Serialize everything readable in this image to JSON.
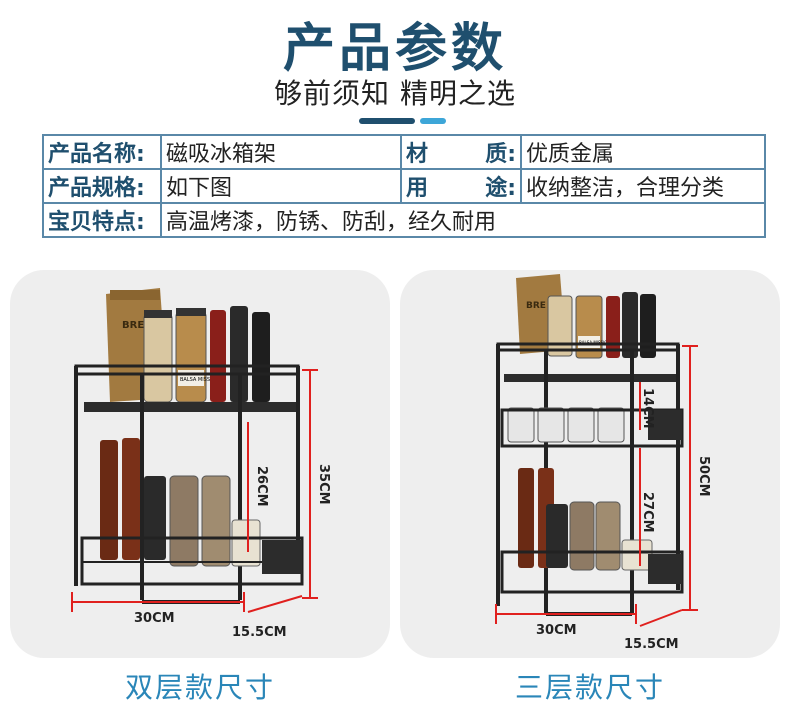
{
  "header": {
    "title": "产品参数",
    "subtitle": "够前须知 精明之选"
  },
  "params": {
    "row1": {
      "k1": "产品名称:",
      "v1": "磁吸冰箱架",
      "k2a": "材",
      "k2b": "质:",
      "v2": "优质金属"
    },
    "row2": {
      "k1": "产品规格:",
      "v1": "如下图",
      "k2a": "用",
      "k2b": "途:",
      "v2": "收纳整洁，合理分类"
    },
    "row3": {
      "k1": "宝贝特点:",
      "v1": "高温烤漆，防锈、防刮，经久耐用"
    }
  },
  "products": {
    "double": {
      "caption": "双层款尺寸",
      "dim_width": "30CM",
      "dim_depth": "15.5CM",
      "dim_gap": "26CM",
      "dim_height": "35CM",
      "bag_text": "BRE STY",
      "label_text": "BALSA MISSIONE"
    },
    "triple": {
      "caption": "三层款尺寸",
      "dim_width": "30CM",
      "dim_depth": "15.5CM",
      "dim_gap_top": "14CM",
      "dim_gap_bottom": "27CM",
      "dim_height": "50CM",
      "bag_text": "BRE STY",
      "label_text": "BALSA MISSIONE"
    }
  },
  "colors": {
    "brand_dark": "#1f4f6e",
    "brand_light": "#3da6d8",
    "dimension_red": "#e0201e",
    "caption_blue": "#2a86b8"
  }
}
